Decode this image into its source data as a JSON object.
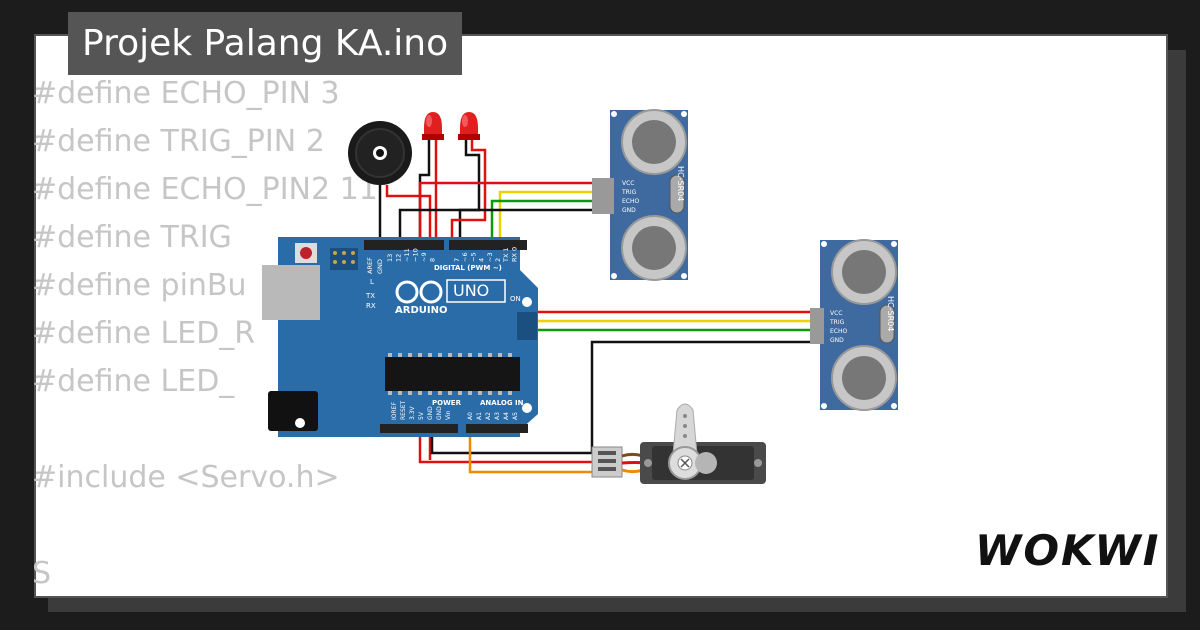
{
  "project_title": "Projek Palang KA.ino",
  "code_lines": [
    "#define ECHO_PIN 3",
    "#define TRIG_PIN 2",
    "#define ECHO_PIN2 11",
    "#define TRIG",
    "#define pinBu",
    "#define LED_R",
    "#define LED_",
    "",
    "#include <Servo.h>",
    "",
    "S"
  ],
  "board": {
    "brand": "ARDUINO",
    "model": "UNO",
    "on_label": "ON",
    "digital_label": "DIGITAL (PWM ~)",
    "analog_label": "ANALOG IN",
    "power_label": "POWER",
    "aref": "AREF",
    "gnd": "GND",
    "tx": "TX",
    "rx": "RX",
    "l": "L",
    "digital_pins": [
      "13",
      "12",
      "~11",
      "~10",
      "~9",
      "8",
      "7",
      "~6",
      "~5",
      "4",
      "~3",
      "2",
      "TX 1",
      "RX 0"
    ],
    "power_pins": [
      "IOREF",
      "RESET",
      "3.3V",
      "5V",
      "GND",
      "GND",
      "Vin"
    ],
    "analog_pins": [
      "A0",
      "A1",
      "A2",
      "A3",
      "A4",
      "A5"
    ]
  },
  "sensor_1": {
    "model": "HC-SR04",
    "pins": [
      "VCC",
      "TRIG",
      "ECHO",
      "GND"
    ]
  },
  "sensor_2": {
    "model": "HC-SR04",
    "pins": [
      "VCC",
      "TRIG",
      "ECHO",
      "GND"
    ]
  },
  "brand_logo": "WOKWI",
  "colors": {
    "background": "#1c1c1c",
    "board": "#2a6ca8",
    "sensor_board": "#3e6aa0",
    "wire_red": "#e01010",
    "wire_black": "#111111",
    "wire_yellow": "#e8d400",
    "wire_green": "#0a9a0a",
    "wire_orange": "#f08a00",
    "led": "#e02020"
  }
}
